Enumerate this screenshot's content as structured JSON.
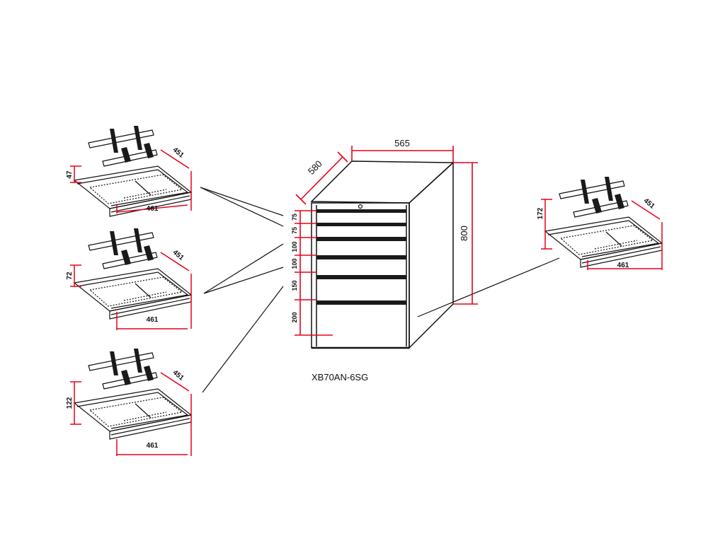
{
  "cabinet": {
    "model": "XB70AN-6SG",
    "width": "565",
    "depth": "580",
    "height": "800",
    "drawer_heights": [
      "75",
      "75",
      "100",
      "100",
      "150",
      "200"
    ]
  },
  "drawer_details": [
    {
      "height": "47",
      "depth": "451",
      "width": "461"
    },
    {
      "height": "72",
      "depth": "451",
      "width": "461"
    },
    {
      "height": "122",
      "depth": "451",
      "width": "461"
    },
    {
      "height": "172",
      "depth": "451",
      "width": "461"
    }
  ],
  "colors": {
    "line": "#111111",
    "dimension": "#e8001c",
    "divider": "#1a1a1a"
  }
}
